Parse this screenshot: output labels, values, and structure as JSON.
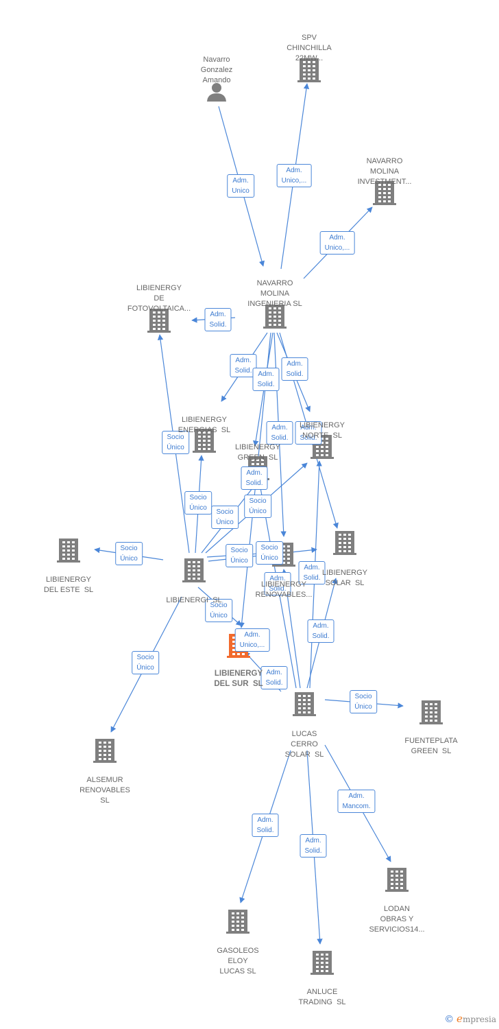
{
  "colors": {
    "edge": "#4a86d8",
    "node": "#7f7f7f",
    "focus": "#f26a2c",
    "label": "#666666"
  },
  "nodes": [
    {
      "id": "navarro_gonzalez",
      "label": "Navarro\nGonzalez\nAmando",
      "icon": "person-icon"
    },
    {
      "id": "spv",
      "label": "SPV\nCHINCHILLA\n22MW...",
      "icon": "building-icon"
    },
    {
      "id": "navarro_inv",
      "label": "NAVARRO\nMOLINA\nINVESTMENT...",
      "icon": "building-icon"
    },
    {
      "id": "navarro_ing",
      "label": "NAVARRO\nMOLINA\nINGENIERIA SL",
      "icon": "building-icon"
    },
    {
      "id": "fotovoltaica",
      "label": "LIBIENERGY\nDE\nFOTOVOLTAICA...",
      "icon": "building-icon"
    },
    {
      "id": "energias",
      "label": "LIBIENERGY\nENERGIAS  SL",
      "icon": "building-icon"
    },
    {
      "id": "green",
      "label": "LIBIENERGY\nGREEN  SL",
      "icon": "building-icon"
    },
    {
      "id": "norte",
      "label": "LIBIENERGY\nNORTE  SL",
      "icon": "building-icon"
    },
    {
      "id": "solar",
      "label": "LIBIENERGY\nSOLAR  SL",
      "icon": "building-icon"
    },
    {
      "id": "renovables",
      "label": "LIBIENERGY\nRENOVABLES...",
      "icon": "building-icon"
    },
    {
      "id": "este",
      "label": "LIBIENERGY\nDEL ESTE  SL",
      "icon": "building-icon"
    },
    {
      "id": "libienergi",
      "label": "LIBIENERGI  SL",
      "icon": "building-icon"
    },
    {
      "id": "sur",
      "label": "LIBIENERGY\nDEL SUR  SL",
      "icon": "building-icon",
      "focus": true
    },
    {
      "id": "alsemur",
      "label": "ALSEMUR\nRENOVABLES\nSL",
      "icon": "building-icon"
    },
    {
      "id": "lucas_cerro",
      "label": "LUCAS\nCERRO\nSOLAR  SL",
      "icon": "building-icon"
    },
    {
      "id": "fuenteplata",
      "label": "FUENTEPLATA\nGREEN  SL",
      "icon": "building-icon"
    },
    {
      "id": "lodan",
      "label": "LODAN\nOBRAS Y\nSERVICIOS14...",
      "icon": "building-icon"
    },
    {
      "id": "gasoleos",
      "label": "GASOLEOS\nELOY\nLUCAS SL",
      "icon": "building-icon"
    },
    {
      "id": "anluce",
      "label": "ANLUCE\nTRADING  SL",
      "icon": "building-icon"
    }
  ],
  "edges": [
    {
      "id": "e1",
      "from": "navarro_gonzalez",
      "to": "navarro_ing",
      "label": "Adm.\nUnico"
    },
    {
      "id": "e2",
      "from": "navarro_ing",
      "to": "spv",
      "label": "Adm.\nUnico,..."
    },
    {
      "id": "e3",
      "from": "navarro_ing",
      "to": "navarro_inv",
      "label": "Adm.\nUnico,..."
    },
    {
      "id": "e4",
      "from": "navarro_ing",
      "to": "fotovoltaica",
      "label": "Adm.\nSolid."
    },
    {
      "id": "e5",
      "from": "navarro_ing",
      "to": "energias",
      "label": "Adm.\nSolid."
    },
    {
      "id": "e6",
      "from": "navarro_ing",
      "to": "green",
      "label": "Adm.\nSolid."
    },
    {
      "id": "e7",
      "from": "navarro_ing",
      "to": "norte",
      "label": "Adm.\nSolid."
    },
    {
      "id": "e8",
      "from": "navarro_ing",
      "to": "renovables",
      "label": "Adm.\nSolid."
    },
    {
      "id": "e9",
      "from": "navarro_ing",
      "to": "solar",
      "label": "Adm.\nSolid."
    },
    {
      "id": "e10",
      "from": "navarro_ing",
      "to": "sur",
      "label": "Adm.\nSolid."
    },
    {
      "id": "e11",
      "from": "libienergi",
      "to": "fotovoltaica",
      "label": "Socio\nÚnico"
    },
    {
      "id": "e12",
      "from": "libienergi",
      "to": "energias",
      "label": "Socio\nÚnico"
    },
    {
      "id": "e13",
      "from": "libienergi",
      "to": "green",
      "label": "Socio\nÚnico"
    },
    {
      "id": "e14",
      "from": "libienergi",
      "to": "norte",
      "label": "Socio\nÚnico"
    },
    {
      "id": "e15",
      "from": "libienergi",
      "to": "este",
      "label": "Socio\nÚnico"
    },
    {
      "id": "e16",
      "from": "libienergi",
      "to": "renovables",
      "label": "Socio\nÚnico"
    },
    {
      "id": "e17",
      "from": "libienergi",
      "to": "solar",
      "label": "Socio\nÚnico"
    },
    {
      "id": "e18",
      "from": "libienergi",
      "to": "sur",
      "label": "Socio\nÚnico"
    },
    {
      "id": "e19",
      "from": "libienergi",
      "to": "alsemur",
      "label": "Socio\nÚnico"
    },
    {
      "id": "e20",
      "from": "lucas_cerro",
      "to": "renovables",
      "label": "Adm.\nSolid."
    },
    {
      "id": "e21",
      "from": "lucas_cerro",
      "to": "solar",
      "label": "Adm.\nSolid."
    },
    {
      "id": "e22",
      "from": "lucas_cerro",
      "to": "sur",
      "label": "Adm.\nUnico,..."
    },
    {
      "id": "e23",
      "from": "lucas_cerro",
      "to": "norte",
      "label": "Adm.\nSolid."
    },
    {
      "id": "e24",
      "from": "lucas_cerro",
      "to": "green",
      "label": "Adm.\nSolid."
    },
    {
      "id": "e25",
      "from": "lucas_cerro",
      "to": "fuenteplata",
      "label": "Socio\nÚnico"
    },
    {
      "id": "e26",
      "from": "lucas_cerro",
      "to": "lodan",
      "label": "Adm.\nMancom."
    },
    {
      "id": "e27",
      "from": "lucas_cerro",
      "to": "gasoleos",
      "label": "Adm.\nSolid."
    },
    {
      "id": "e28",
      "from": "lucas_cerro",
      "to": "anluce",
      "label": "Adm.\nSolid."
    }
  ],
  "watermark": {
    "copyright": "©",
    "e": "e",
    "brand": "mpresia"
  }
}
